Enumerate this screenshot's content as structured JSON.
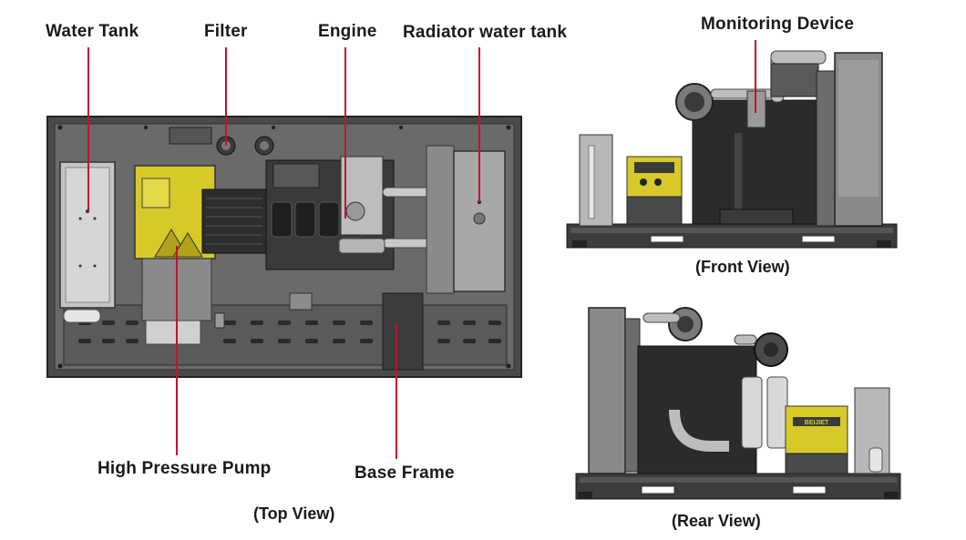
{
  "labels": {
    "water_tank": "Water Tank",
    "filter": "Filter",
    "engine": "Engine",
    "radiator_water_tank": "Radiator water tank",
    "monitoring_device": "Monitoring Device",
    "high_pressure_pump": "High Pressure Pump",
    "base_frame": "Base Frame"
  },
  "captions": {
    "top_view": "(Top View)",
    "front_view": "(Front View)",
    "rear_view": "(Rear View)"
  },
  "pump_brand_mark": "BEIJIET",
  "colors": {
    "leader_line": "#c8102e",
    "frame": "#3a3a3a",
    "pump_yellow": "#d7c92a",
    "tank_gray": "#b8b8b8",
    "engine_dark": "#2b2b2b"
  }
}
